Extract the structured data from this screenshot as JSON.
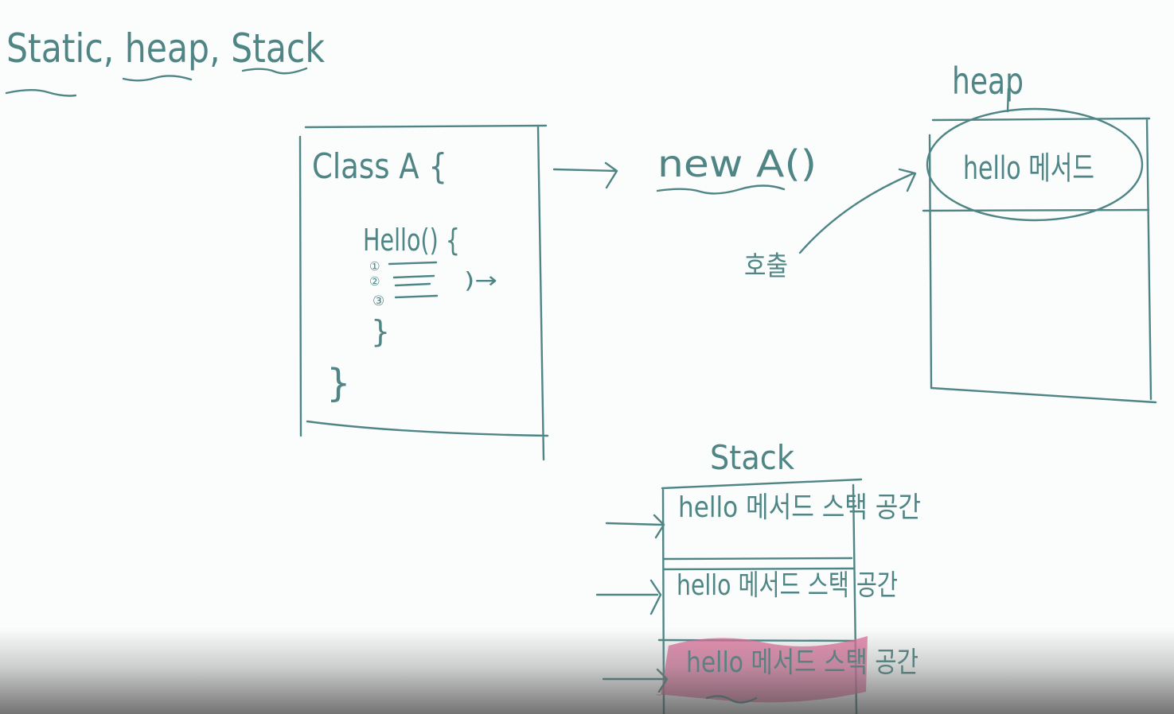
{
  "title": "Static, heap, Stack",
  "class_box": {
    "header": "Class A {",
    "method": "Hello() {",
    "step_1": "①",
    "step_2": "②",
    "step_3": "③",
    "method_close": "}",
    "class_close": "}",
    "side_arrow": ")→"
  },
  "new_expr": "new A()",
  "call_label": "호출",
  "heap": {
    "title": "heap",
    "entry": "hello 메서드"
  },
  "stack": {
    "title": "Stack",
    "frames": [
      "hello 메서드 스택 공간",
      "hello 메서드 스택 공간",
      "hello 메서드 스택 공간"
    ]
  },
  "colors": {
    "ink": "#4f8585",
    "highlight": "#e06b9a",
    "background": "#fbfcfc"
  }
}
